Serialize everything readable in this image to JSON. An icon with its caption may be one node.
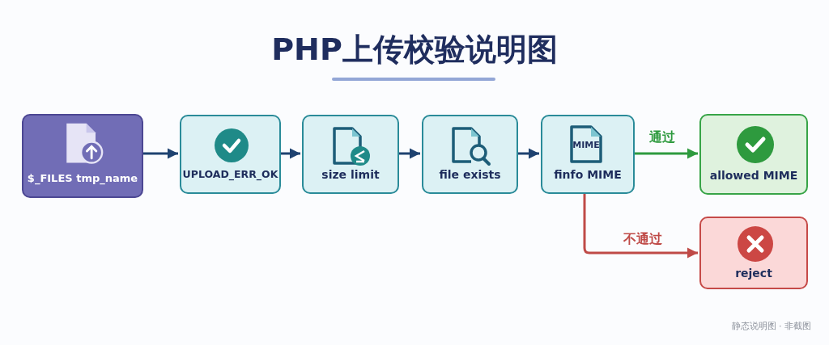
{
  "diagram": {
    "title": "PHP上传校验说明图",
    "nodes": [
      {
        "text": [
          "$_FILES tmp_name"
        ]
      },
      {
        "text": [
          "UPLOAD_ERR_OK"
        ]
      },
      {
        "text": [
          "size limit"
        ]
      },
      {
        "text": [
          "file exists"
        ]
      },
      {
        "text": [
          "MIME",
          "finfo MIME"
        ]
      },
      {
        "text": [
          "allowed MIME"
        ]
      },
      {
        "text": [
          "reject"
        ]
      }
    ],
    "edges": [
      {
        "from": 0,
        "to": 1,
        "arrow": "to"
      },
      {
        "from": 1,
        "to": 2,
        "arrow": "to"
      },
      {
        "from": 2,
        "to": 3,
        "arrow": "to"
      },
      {
        "from": 3,
        "to": 4,
        "arrow": "to"
      },
      {
        "from": 4,
        "to": 5,
        "arrow": "to",
        "label": "通过",
        "color": "#2e9a3e"
      },
      {
        "from": 4,
        "to": 6,
        "arrow": "to",
        "label": "不通过",
        "color": "#bf4a47"
      }
    ],
    "labels": [
      "静态说明图 · 非截图"
    ]
  }
}
